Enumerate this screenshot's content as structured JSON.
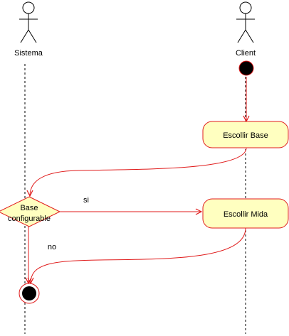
{
  "lanes": [
    {
      "id": "sistema",
      "label": "Sistema"
    },
    {
      "id": "client",
      "label": "Client"
    }
  ],
  "nodes": {
    "start": {
      "type": "initial",
      "lane": "client"
    },
    "escollir_base": {
      "type": "action",
      "label": "Escollir Base",
      "lane": "client"
    },
    "decision": {
      "type": "decision",
      "label_line1": "Base",
      "label_line2": "configurable",
      "lane": "sistema"
    },
    "escollir_mida": {
      "type": "action",
      "label": "Escollir Mida",
      "lane": "client"
    },
    "end": {
      "type": "final",
      "lane": "sistema"
    }
  },
  "edges": [
    {
      "from": "start",
      "to": "escollir_base",
      "label": ""
    },
    {
      "from": "escollir_base",
      "to": "decision",
      "label": ""
    },
    {
      "from": "decision",
      "to": "escollir_mida",
      "label": "si"
    },
    {
      "from": "decision",
      "to": "end",
      "label": "no"
    },
    {
      "from": "escollir_mida",
      "to": "end",
      "label": ""
    }
  ],
  "colors": {
    "flow": "#e01b1b",
    "action_fill": "#ffffc0",
    "action_stroke": "#e01b1b",
    "decision_fill": "#ffffc0",
    "node_fill": "#000000",
    "lifeline": "#000000"
  }
}
